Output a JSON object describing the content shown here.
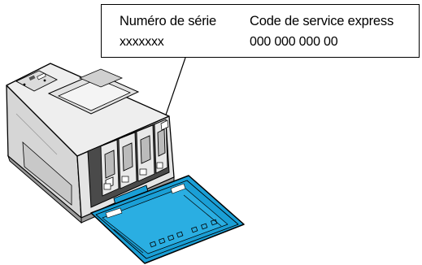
{
  "label": {
    "serial_heading": "Numéro de série",
    "serial_value": "xxxxxxx",
    "express_heading": "Code de service express",
    "express_value": "000 000 000 00"
  },
  "colors": {
    "door_fill": "#1a9fd6",
    "outline": "#000000",
    "body_light": "#eeeeee",
    "body_mid": "#d6d6d6",
    "body_dark": "#b5b5b5",
    "cavity": "#4a4a4a"
  },
  "icons": {
    "printer": "printer-illustration",
    "door": "open-front-door",
    "cartridges": "toner-cartridges"
  }
}
